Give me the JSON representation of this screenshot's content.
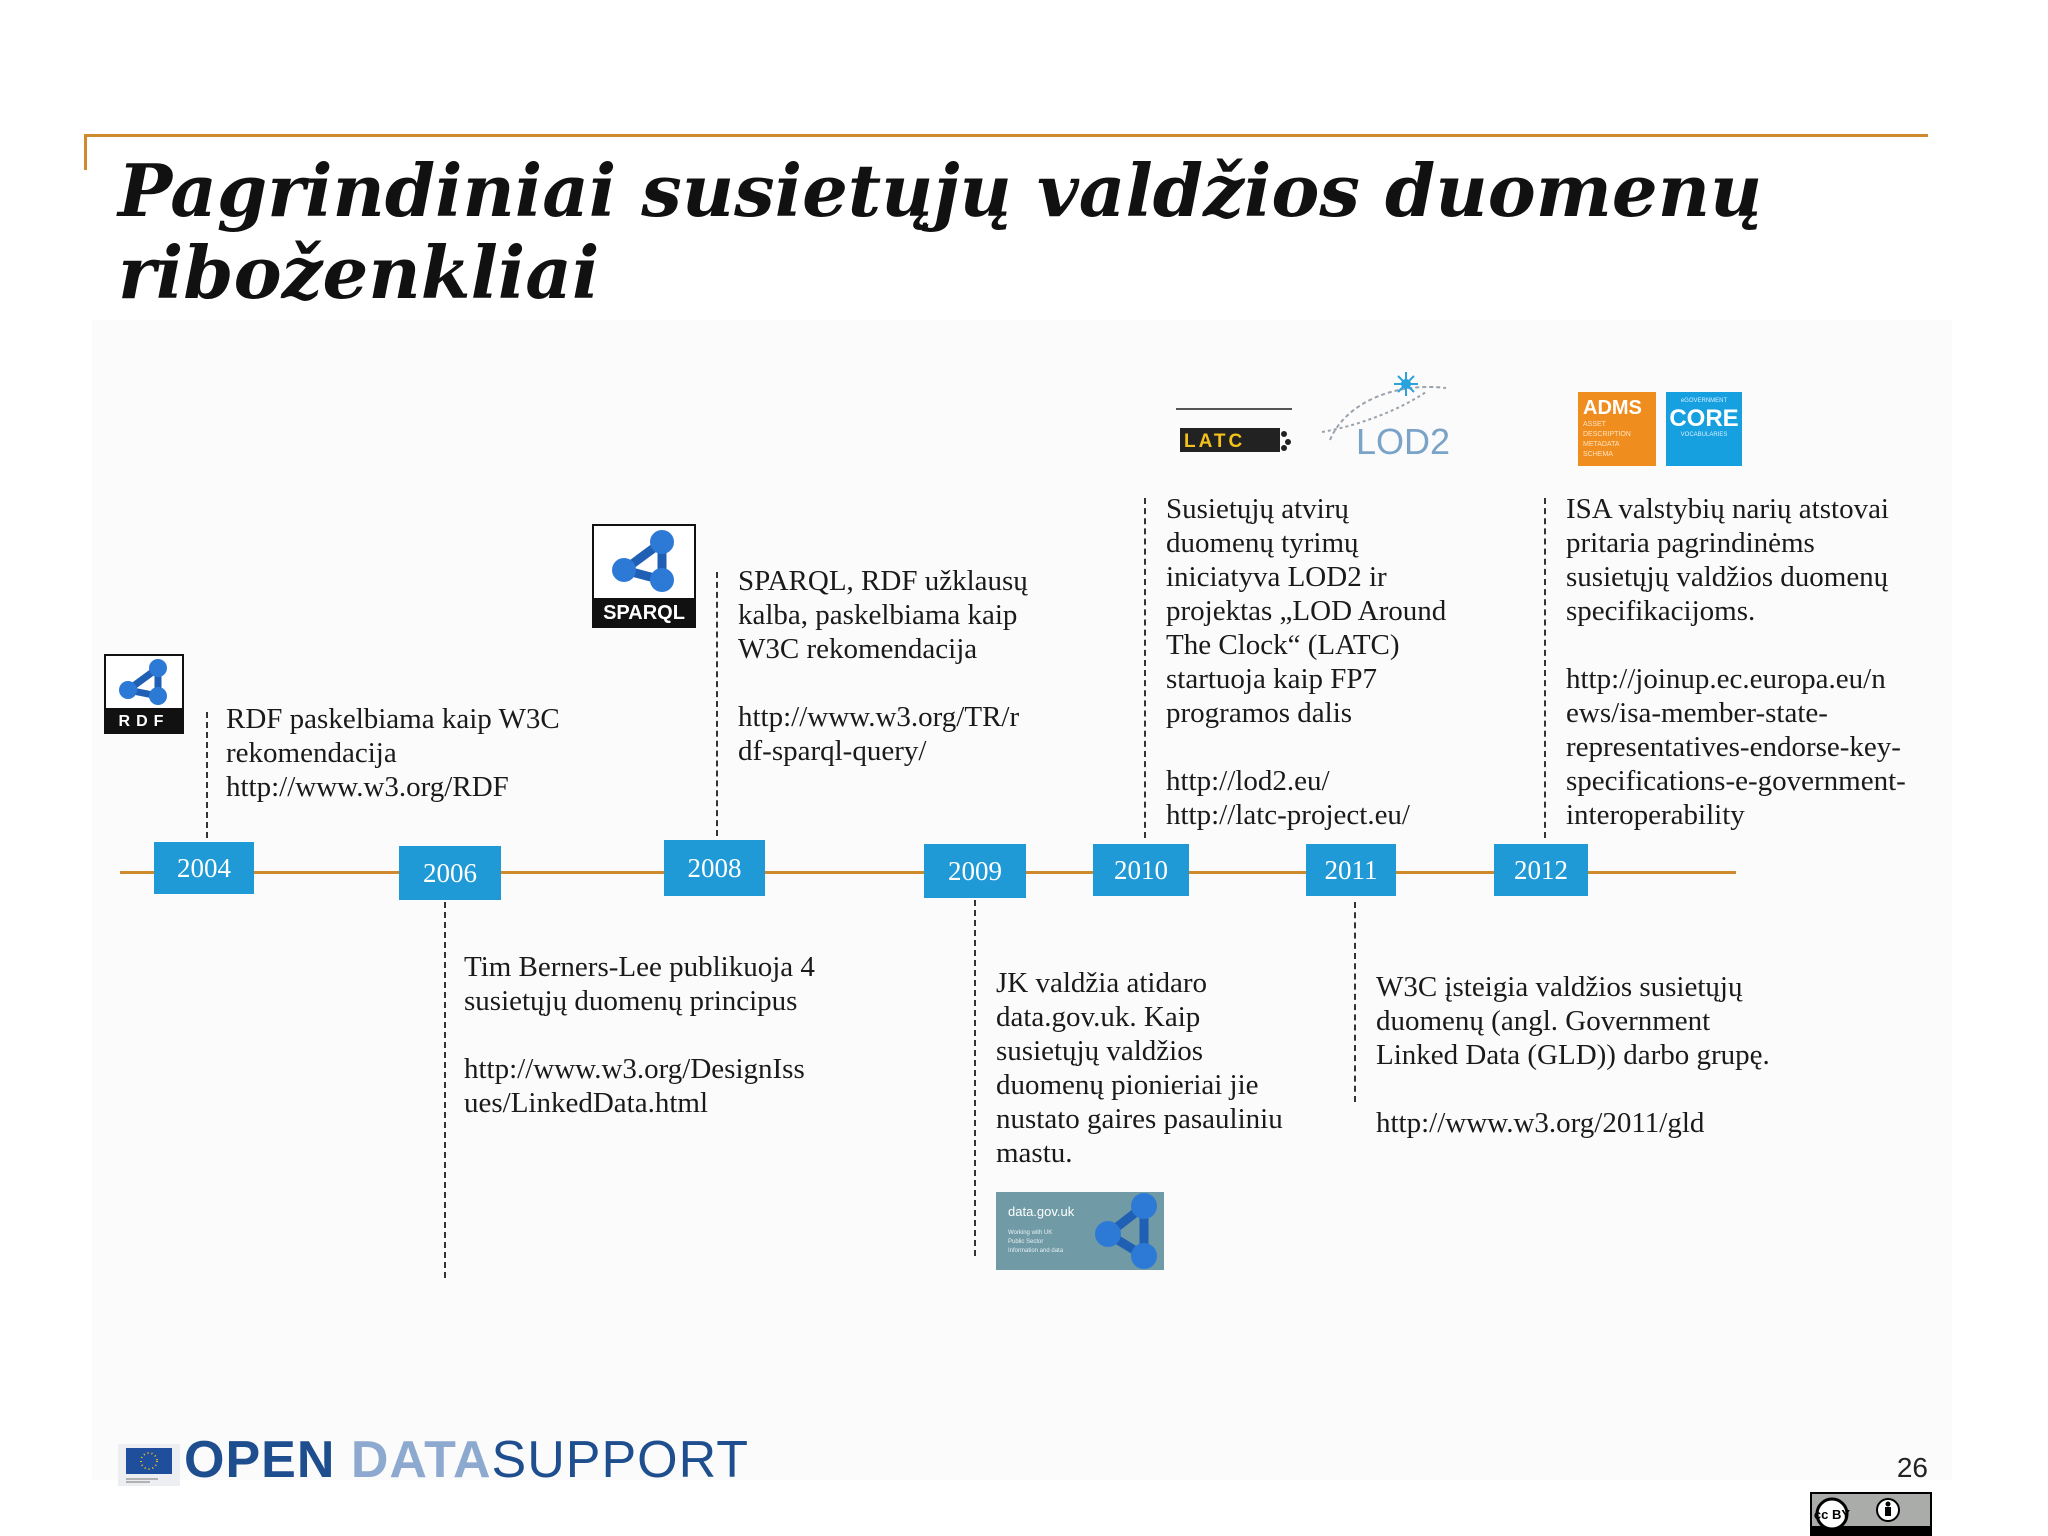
{
  "title": "Pagrindiniai susietųjų valdžios duomenų riboženkliai",
  "years": [
    "2004",
    "2006",
    "2008",
    "2009",
    "2010",
    "2011",
    "2012"
  ],
  "events": {
    "e2004": {
      "lines": [
        "RDF paskelbiama kaip W3C",
        "rekomendacija",
        "http://www.w3.org/RDF"
      ]
    },
    "e2006": {
      "text": [
        "Tim Berners-Lee publikuoja 4",
        "susietųjų duomenų principus"
      ],
      "url": [
        "http://www.w3.org/DesignIss",
        "ues/LinkedData.html"
      ]
    },
    "e2008": {
      "text": [
        "SPARQL, RDF užklausų",
        "kalba, paskelbiama kaip",
        "W3C rekomendacija"
      ],
      "url": [
        "http://www.w3.org/TR/r",
        "df-sparql-query/"
      ]
    },
    "e2009": {
      "text": [
        "JK valdžia atidaro",
        "data.gov.uk. Kaip",
        "susietųjų valdžios",
        "duomenų pionieriai jie",
        "nustato gaires pasauliniu",
        "mastu."
      ]
    },
    "e2010": {
      "text": [
        "Susietųjų atvirų",
        "duomenų tyrimų",
        "iniciatyva LOD2  ir",
        "projektas „LOD Around",
        "The Clock“ (LATC)",
        "startuoja kaip FP7",
        "programos dalis"
      ],
      "url": [
        "http://lod2.eu/",
        "http://latc-project.eu/"
      ]
    },
    "e2011": {
      "text": [
        "W3C įsteigia valdžios susietųjų",
        "duomenų (angl. Government",
        "Linked Data (GLD)) darbo grupę."
      ],
      "url": [
        "http://www.w3.org/2011/gld"
      ]
    },
    "e2012": {
      "text": [
        "ISA valstybių narių atstovai",
        "pritaria pagrindinėms",
        "susietųjų valdžios duomenų",
        "specifikacijoms."
      ],
      "url": [
        "http://joinup.ec.europa.eu/n",
        "ews/isa-member-state-",
        "representatives-endorse-key-",
        "specifications-e-government-",
        "interoperability"
      ]
    }
  },
  "logos": {
    "rdf": "RDF",
    "sparql": "SPARQL",
    "latc": "LATC",
    "lod2": "LOD2",
    "adms": {
      "title": "ADMS",
      "sub": [
        "ASSET",
        "DESCRIPTION",
        "METADATA",
        "SCHEMA"
      ]
    },
    "core": {
      "small": "eGOVERNMENT",
      "title": "CORE",
      "sub": "VOCABULARIES"
    },
    "datagovuk": {
      "title": "data.gov.uk",
      "sub": [
        "Working with UK",
        "Public Sector",
        "Information and data"
      ]
    }
  },
  "footer": {
    "open": "OPEN",
    "data": "DATA",
    "support": "SUPPORT",
    "page_number": "26",
    "license": "cc BY"
  },
  "colors": {
    "accent": "#d08a2e",
    "year_box": "#1f9ad6",
    "brand_dark": "#1f4e8f",
    "brand_light": "#8ea9cf"
  }
}
